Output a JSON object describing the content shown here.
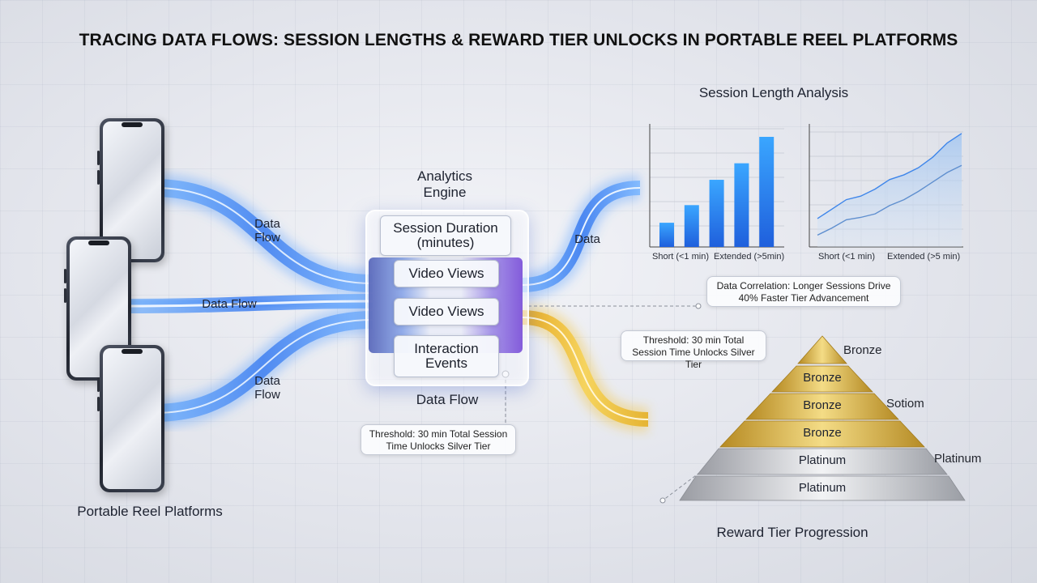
{
  "title": "TRACING DATA FLOWS: SESSION LENGTHS & REWARD TIER UNLOCKS IN PORTABLE REEL PLATFORMS",
  "platforms": {
    "label": "Portable Reel Platforms"
  },
  "flows": {
    "top_label": "Data Flow",
    "middle_label": "Data Flow",
    "bottom_label": "Data Flow",
    "out_label": "Data",
    "bottom_center_label": "Data Flow"
  },
  "engine": {
    "title": "Analytics Engine",
    "boxes": [
      "Session Duration (minutes)",
      "Video Views",
      "Video Views",
      "Interaction Events"
    ]
  },
  "threshold_left": "Threshold: 30 min Total Session Time Unlocks Silver Tier",
  "threshold_right": "Threshold: 30 min Total Session Time Unlocks Silver Tier",
  "correlation": "Data Correlation: Longer Sessions Drive 40% Faster Tier Advancement",
  "session_analysis": {
    "title": "Session Length Analysis",
    "bar_ticks": [
      "Short (<1 min)",
      "Extended (>5min)"
    ],
    "line_ticks": [
      "Short (<1 min)",
      "Extended (>5 min)"
    ]
  },
  "pyramid": {
    "title": "Reward Tier Progression",
    "side_labels": [
      "Bronze",
      "Sotiom",
      "Platinum"
    ],
    "tiers": [
      "Bronze",
      "Bronze",
      "Bronze",
      "Platinum",
      "Platinum"
    ]
  },
  "colors": {
    "blue_flow": "#3f8ef7",
    "gold_flow": "#f0c23a",
    "bar_blue": "#2f73e6",
    "gold": "#caa23a",
    "silver": "#b3b6bd"
  },
  "chart_data": [
    {
      "type": "bar",
      "categories": [
        "",
        "",
        "",
        "",
        ""
      ],
      "values": [
        22,
        38,
        61,
        76,
        100
      ],
      "xlabel": "",
      "ylabel": "",
      "grid": true
    },
    {
      "type": "area",
      "x": [
        0,
        1,
        2,
        3,
        4,
        5,
        6,
        7,
        8,
        9,
        10
      ],
      "series": [
        {
          "values": [
            24,
            32,
            40,
            43,
            49,
            57,
            61,
            67,
            76,
            88,
            96
          ]
        },
        {
          "values": [
            10,
            16,
            23,
            25,
            28,
            35,
            40,
            47,
            55,
            63,
            69
          ]
        }
      ],
      "xlabel": "",
      "ylabel": "",
      "grid": true
    }
  ]
}
